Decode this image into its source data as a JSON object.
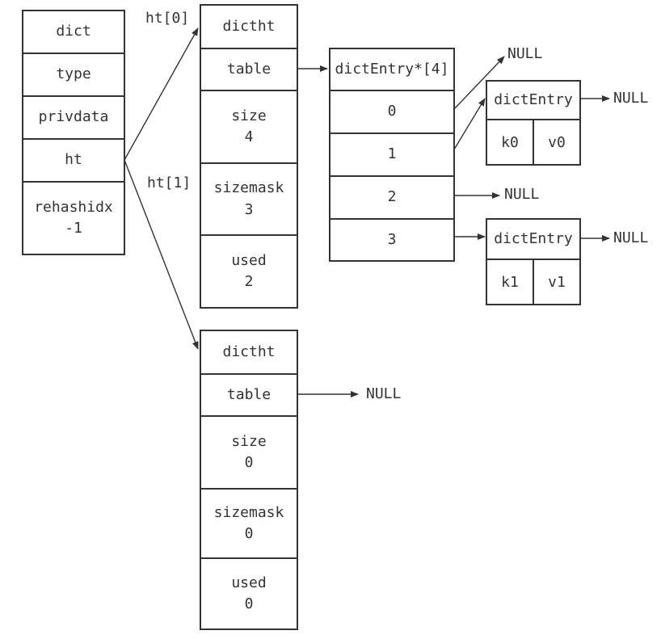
{
  "dict": {
    "title": "dict",
    "type": "type",
    "privdata": "privdata",
    "ht": "ht",
    "rehashidx": {
      "name": "rehashidx",
      "value": "-1"
    }
  },
  "labels": {
    "ht0": "ht[0]",
    "ht1": "ht[1]"
  },
  "ht0": {
    "title": "dictht",
    "table": "table",
    "size": {
      "name": "size",
      "value": "4"
    },
    "sizemask": {
      "name": "sizemask",
      "value": "3"
    },
    "used": {
      "name": "used",
      "value": "2"
    }
  },
  "ht1": {
    "title": "dictht",
    "table": "table",
    "size": {
      "name": "size",
      "value": "0"
    },
    "sizemask": {
      "name": "sizemask",
      "value": "0"
    },
    "used": {
      "name": "used",
      "value": "0"
    }
  },
  "array": {
    "title": "dictEntry*[4]",
    "slots": [
      "0",
      "1",
      "2",
      "3"
    ]
  },
  "entry0": {
    "title": "dictEntry",
    "key": "k0",
    "value": "v0"
  },
  "entry1": {
    "title": "dictEntry",
    "key": "k1",
    "value": "v1"
  },
  "nulls": {
    "top": "NULL",
    "entry0_next": "NULL",
    "slot2": "NULL",
    "entry1_next": "NULL",
    "ht1_table": "NULL"
  }
}
